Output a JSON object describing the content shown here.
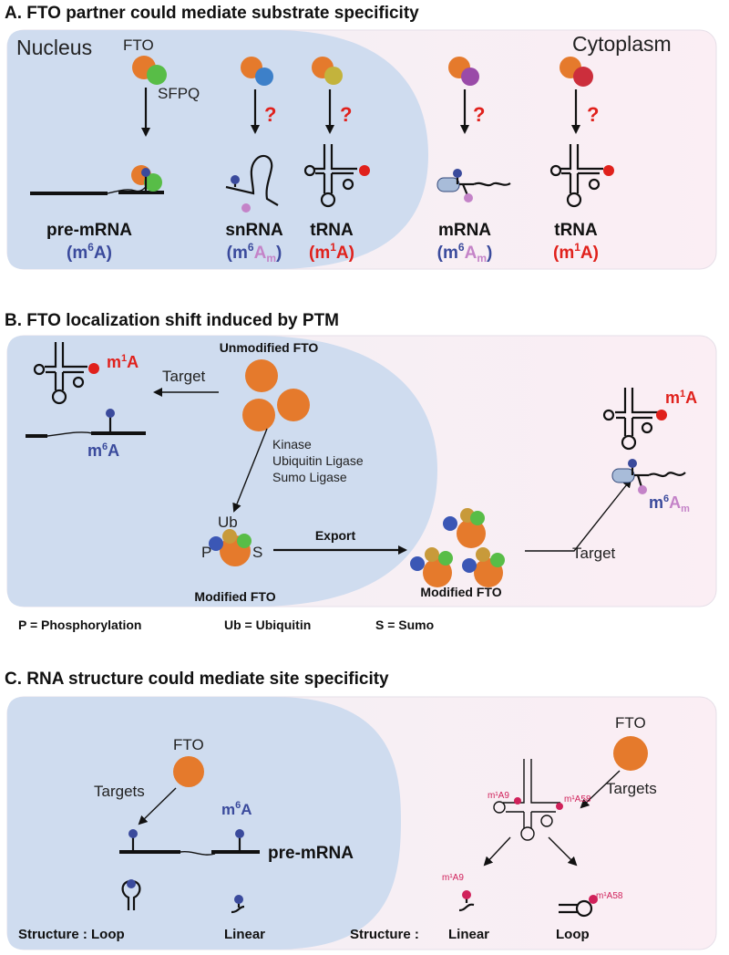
{
  "panel_a": {
    "title": "A. FTO partner could mediate substrate specificity",
    "nucleus_label": "Nucleus",
    "cytoplasm_label": "Cytoplasm",
    "fto_label": "FTO",
    "sfpq_label": "SFPQ",
    "question_mark": "?",
    "rnas": [
      {
        "name": "pre-mRNA",
        "mod_base": "m",
        "mod_sup": "6",
        "mod_end": "A",
        "mod_sub": ""
      },
      {
        "name": "snRNA",
        "mod_base": "m",
        "mod_sup": "6",
        "mod_end": "A",
        "mod_sub": "m"
      },
      {
        "name": "tRNA",
        "mod_base": "m",
        "mod_sup": "1",
        "mod_end": "A",
        "mod_sub": ""
      },
      {
        "name": "mRNA",
        "mod_base": "m",
        "mod_sup": "6",
        "mod_end": "A",
        "mod_sub": "m"
      },
      {
        "name": "tRNA",
        "mod_base": "m",
        "mod_sup": "1",
        "mod_end": "A",
        "mod_sub": ""
      }
    ]
  },
  "panel_b": {
    "title": "B. FTO localization shift induced by PTM",
    "unmodified": "Unmodified FTO",
    "target_left": "Target",
    "target_right": "Target",
    "enzymes": [
      "Kinase",
      "Ubiquitin Ligase",
      "Sumo Ligase"
    ],
    "export": "Export",
    "modified_left": "Modified FTO",
    "modified_right": "Modified FTO",
    "p_label": "P",
    "ub_label": "Ub",
    "s_label": "S",
    "m1a_left": {
      "base": "m",
      "sup": "1",
      "end": "A"
    },
    "m6a_left": {
      "base": "m",
      "sup": "6",
      "end": "A"
    },
    "m1a_right": {
      "base": "m",
      "sup": "1",
      "end": "A"
    },
    "m6am_right": {
      "base": "m",
      "sup": "6",
      "end": "A",
      "sub": "m"
    },
    "legend": [
      "P = Phosphorylation",
      "Ub = Ubiquitin",
      "S = Sumo"
    ]
  },
  "panel_c": {
    "title": "C. RNA structure could mediate site specificity",
    "fto_left": "FTO",
    "targets_left": "Targets",
    "m6a": {
      "base": "m",
      "sup": "6",
      "end": "A"
    },
    "premrna": "pre-mRNA",
    "structure_label_left": "Structure : Loop",
    "linear_left": "Linear",
    "fto_right": "FTO",
    "targets_right": "Targets",
    "m1a9": "m¹A9",
    "m1a58": "m¹A58",
    "m1a58_b": "m¹A58",
    "structure_label_right": "Structure :",
    "linear_right": "Linear",
    "loop_right": "Loop"
  },
  "colors": {
    "nucleus": "#cfdcef",
    "cytoplasm": "#f8ecf3",
    "fto": "#e57a2c",
    "m6a_blue": "#3a4a9c",
    "m1a_red": "#e0211c",
    "am_pink": "#c483c8",
    "c_magenta": "#d0215a"
  }
}
